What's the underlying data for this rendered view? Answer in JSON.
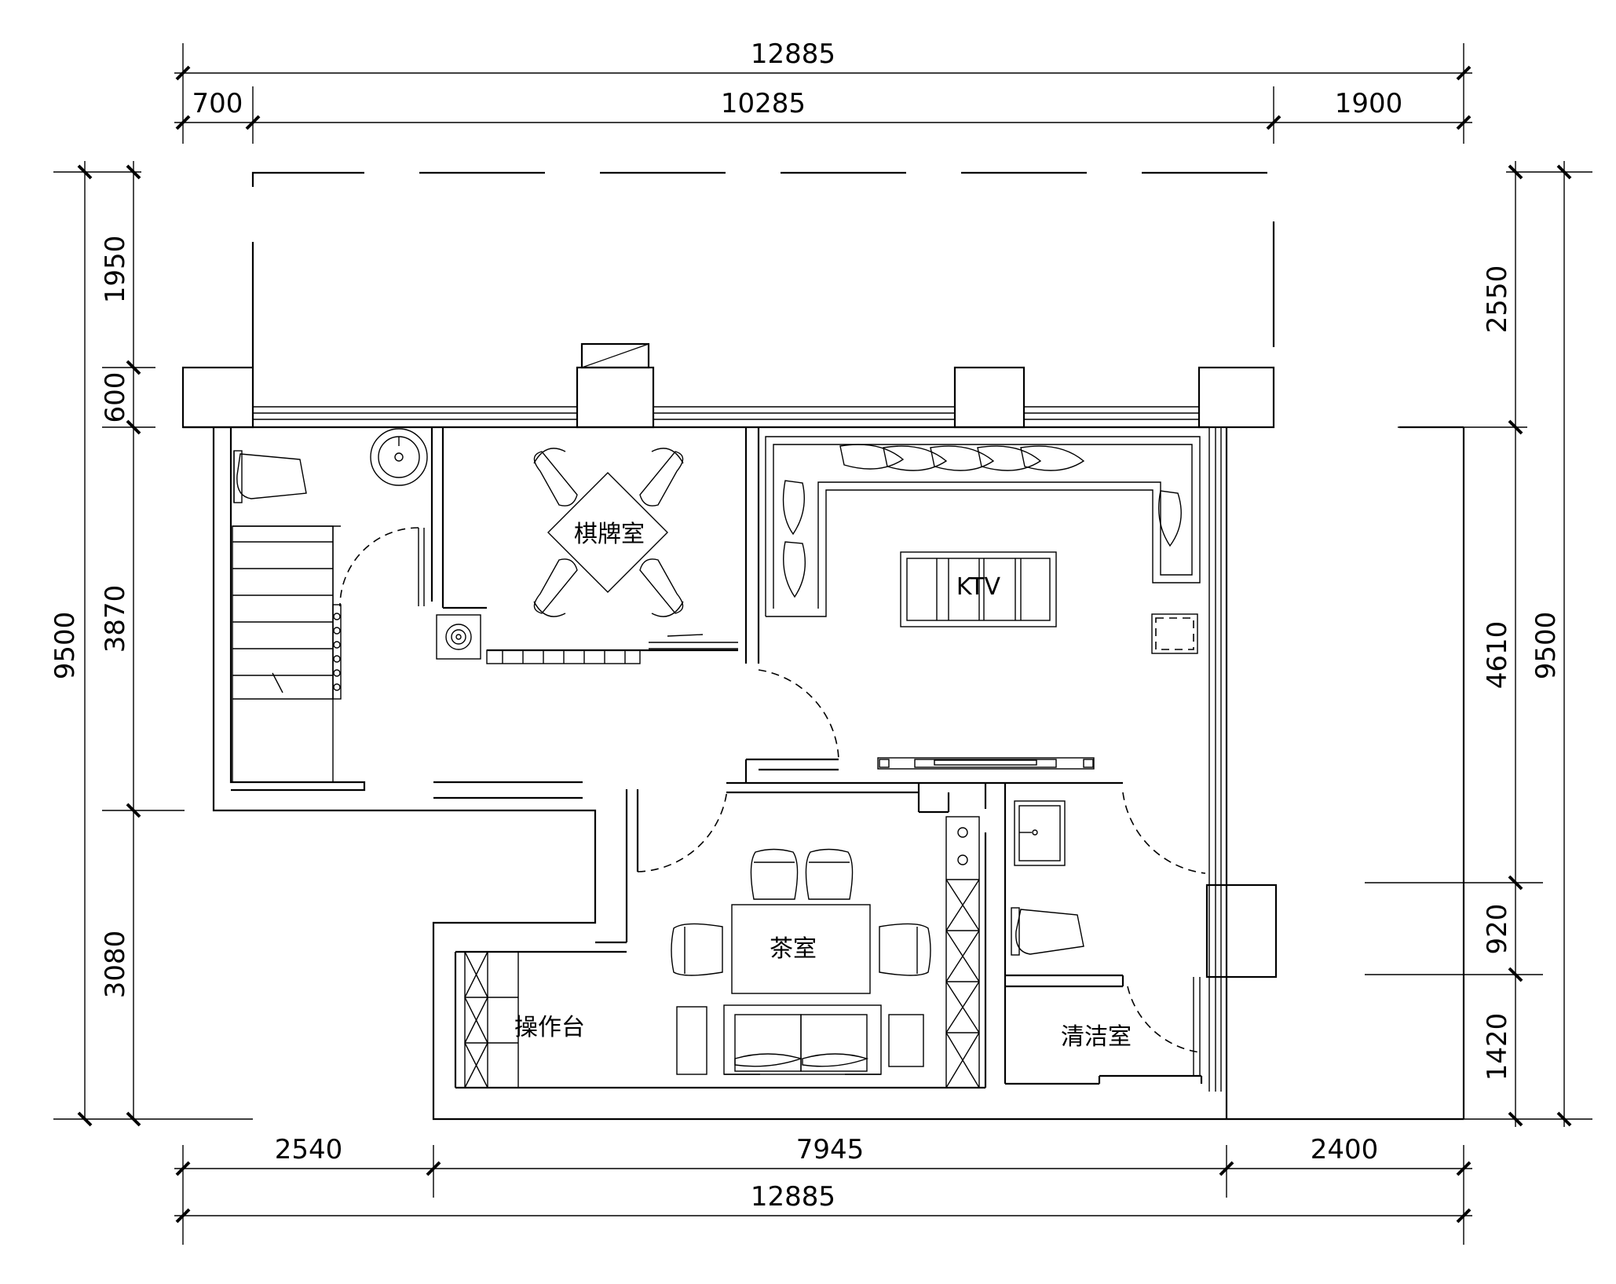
{
  "dimensions": {
    "top_total": "12885",
    "top_left": "700",
    "top_middle": "10285",
    "top_right": "1900",
    "bottom_left": "2540",
    "bottom_middle": "7945",
    "bottom_right": "2400",
    "bottom_total": "12885",
    "left_1": "1950",
    "left_2": "600",
    "left_3": "3870",
    "left_4": "3080",
    "left_total": "9500",
    "right_1": "2550",
    "right_2": "4610",
    "right_3": "920",
    "right_4": "1420",
    "right_total": "9500"
  },
  "rooms": {
    "chess": "棋牌室",
    "ktv": "KTV",
    "tea": "茶室",
    "counter": "操作台",
    "cleaning": "清洁室"
  }
}
